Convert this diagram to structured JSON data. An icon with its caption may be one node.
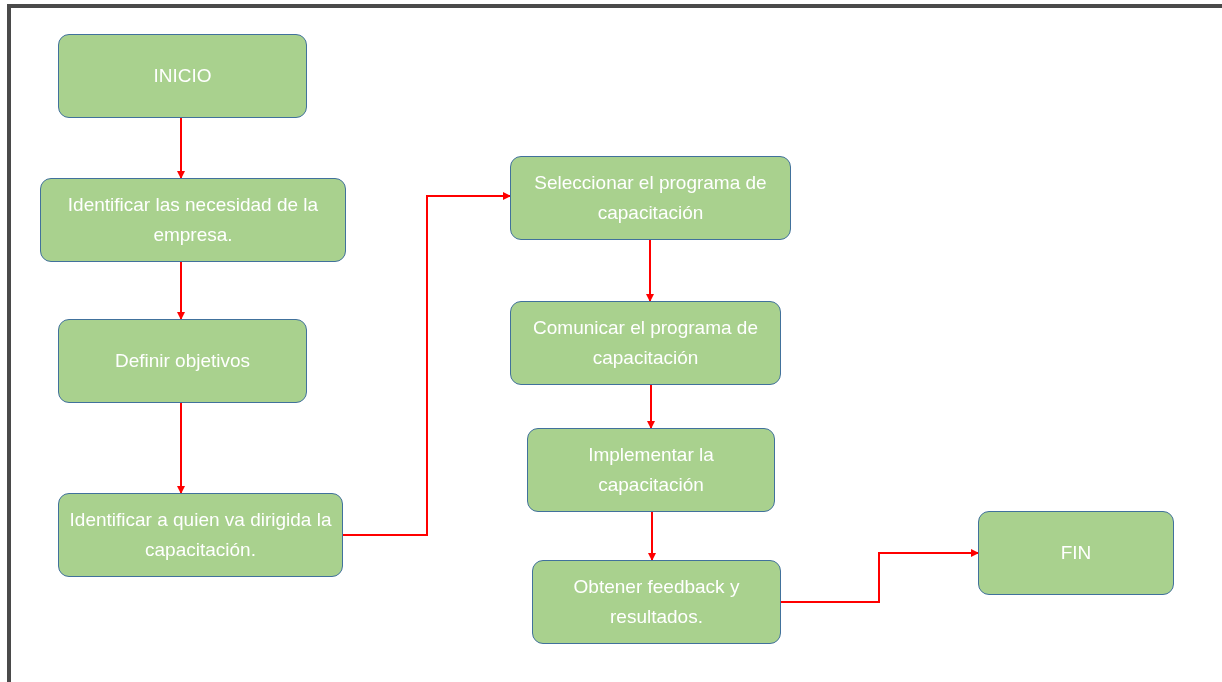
{
  "diagram": {
    "nodes": [
      {
        "text": [
          "INICIO"
        ]
      },
      {
        "text": [
          "Identificar las necesidad de la empresa."
        ]
      },
      {
        "text": [
          "Definir objetivos"
        ]
      },
      {
        "text": [
          "Identificar a quien va dirigida la capacitación."
        ]
      },
      {
        "text": [
          "Seleccionar el programa de capacitación"
        ]
      },
      {
        "text": [
          "Comunicar el programa de capacitación"
        ]
      },
      {
        "text": [
          "Implementar la capacitación"
        ]
      },
      {
        "text": [
          "Obtener feedback y resultados."
        ]
      },
      {
        "text": [
          "FIN"
        ]
      }
    ],
    "edges": [
      {
        "from": 0,
        "to": 1,
        "arrow": "to"
      },
      {
        "from": 1,
        "to": 2,
        "arrow": "to"
      },
      {
        "from": 2,
        "to": 3,
        "arrow": "to"
      },
      {
        "from": 3,
        "to": 4,
        "arrow": "to"
      },
      {
        "from": 4,
        "to": 5,
        "arrow": "to"
      },
      {
        "from": 5,
        "to": 6,
        "arrow": "to"
      },
      {
        "from": 6,
        "to": 7,
        "arrow": "to"
      },
      {
        "from": 7,
        "to": 8,
        "arrow": "to"
      }
    ]
  }
}
